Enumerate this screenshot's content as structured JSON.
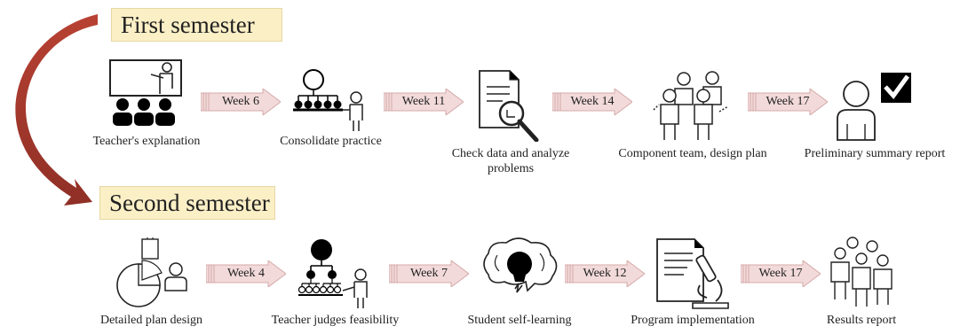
{
  "semesters": {
    "first": "First semester",
    "second": "Second semester"
  },
  "first_row": {
    "steps": [
      {
        "label": "Teacher's explanation",
        "icon": "teacher-classroom-icon"
      },
      {
        "label": "Consolidate practice",
        "icon": "hierarchy-group-icon"
      },
      {
        "label": "Check data and analyze problems",
        "icon": "document-magnifier-icon"
      },
      {
        "label": "Component team, design plan",
        "icon": "team-people-icon"
      },
      {
        "label": "Preliminary summary report",
        "icon": "person-checkbox-icon"
      }
    ],
    "arrows": [
      "Week 6",
      "Week 11",
      "Week 14",
      "Week 17"
    ]
  },
  "second_row": {
    "steps": [
      {
        "label": "Detailed plan design",
        "icon": "pie-chart-person-icon"
      },
      {
        "label": "Teacher judges feasibility",
        "icon": "hierarchy-teacher-icon"
      },
      {
        "label": "Student self-learning",
        "icon": "brain-lightbulb-icon"
      },
      {
        "label": "Program implementation",
        "icon": "document-microscope-icon"
      },
      {
        "label": "Results report",
        "icon": "crowd-people-icon"
      }
    ],
    "arrows": [
      "Week 4",
      "Week 7",
      "Week 12",
      "Week 17"
    ]
  },
  "colors": {
    "semester_box": "#fbefc6",
    "curve_arrow": "#a33a2f",
    "week_arrow": "#f3dada"
  }
}
